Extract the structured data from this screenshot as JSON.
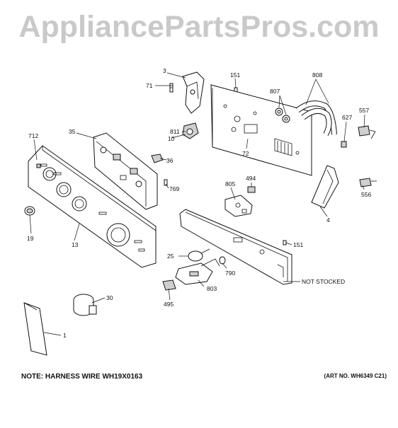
{
  "watermark": "AppliancePartsPros.com",
  "note_left": "NOTE: HARNESS WIRE WH19X0163",
  "note_right": "(ART NO. WH6349 C21)",
  "callouts": {
    "c3": "3",
    "c71": "71",
    "c151a": "151",
    "c808": "808",
    "c807": "807",
    "c557": "557",
    "c627": "627",
    "c811": "811",
    "c10": "10",
    "c712": "712",
    "c35": "35",
    "c36": "36",
    "c72": "72",
    "c769": "769",
    "c494": "494",
    "c805": "805",
    "c556": "556",
    "c4": "4",
    "c19": "19",
    "c13": "13",
    "c151b": "151",
    "c25": "25",
    "c790": "790",
    "not_stocked": "NOT STOCKED",
    "c803": "803",
    "c495": "495",
    "c30": "30",
    "c1": "1"
  }
}
